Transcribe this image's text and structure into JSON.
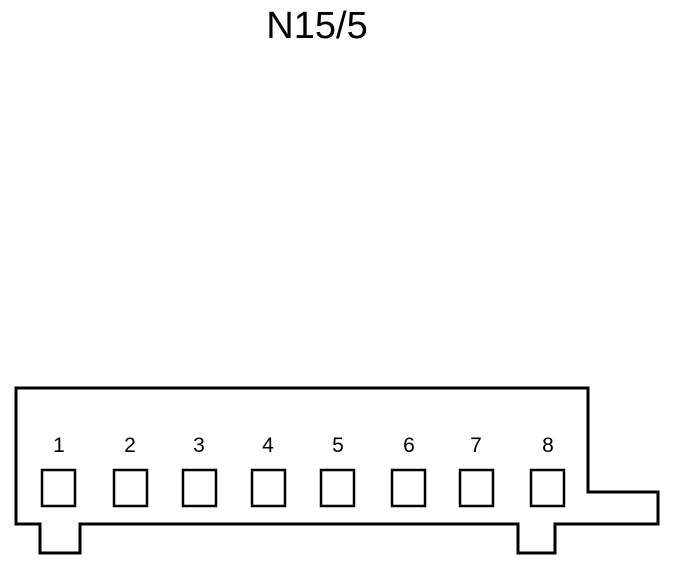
{
  "connector": {
    "title": "N15/5",
    "pins": [
      {
        "label": "1"
      },
      {
        "label": "2"
      },
      {
        "label": "3"
      },
      {
        "label": "4"
      },
      {
        "label": "5"
      },
      {
        "label": "6"
      },
      {
        "label": "7"
      },
      {
        "label": "8"
      }
    ]
  },
  "colors": {
    "stroke": "#000000",
    "background": "#ffffff"
  }
}
